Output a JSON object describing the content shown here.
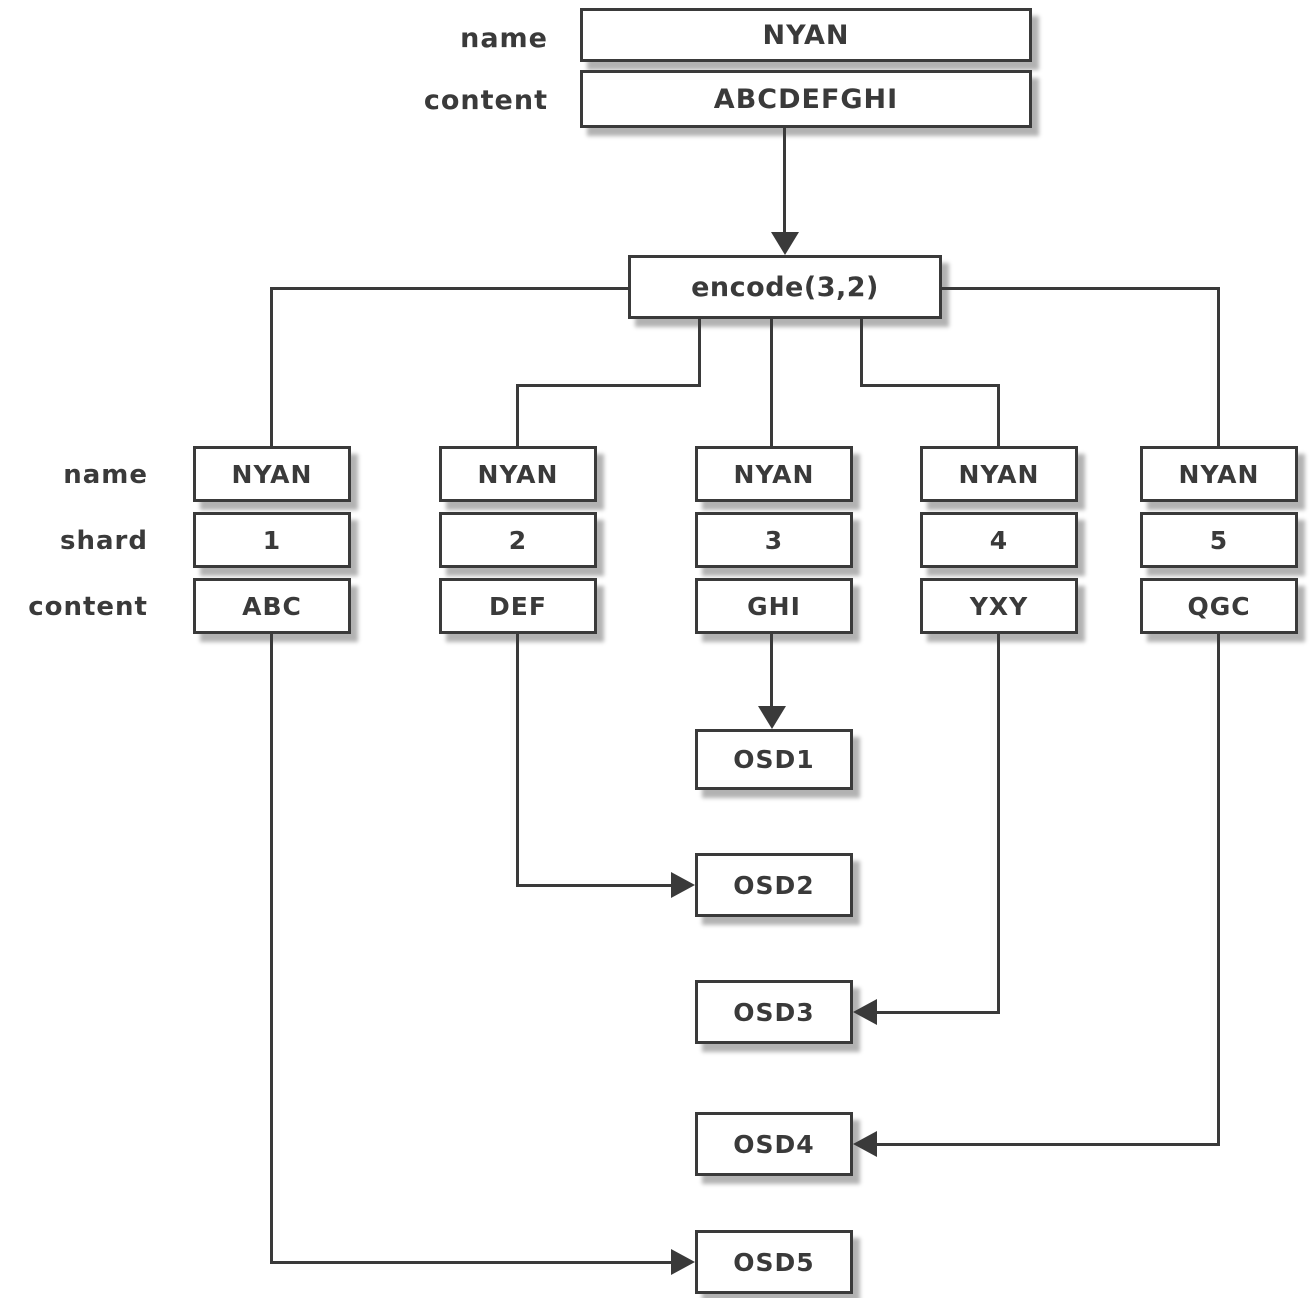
{
  "palette": {
    "line": "#3a3a3a",
    "text": "#3a3a3a",
    "box_fill": "#ffffff",
    "background": "#ffffff"
  },
  "top_object": {
    "name_label": "name",
    "name_value": "NYAN",
    "content_label": "content",
    "content_value": "ABCDEFGHI"
  },
  "encode_box": {
    "label": "encode(3,2)"
  },
  "row_labels": {
    "name": "name",
    "shard": "shard",
    "content": "content"
  },
  "shards": [
    {
      "name": "NYAN",
      "shard": "1",
      "content": "ABC"
    },
    {
      "name": "NYAN",
      "shard": "2",
      "content": "DEF"
    },
    {
      "name": "NYAN",
      "shard": "3",
      "content": "GHI"
    },
    {
      "name": "NYAN",
      "shard": "4",
      "content": "YXY"
    },
    {
      "name": "NYAN",
      "shard": "5",
      "content": "QGC"
    }
  ],
  "osds": [
    {
      "label": "OSD1"
    },
    {
      "label": "OSD2"
    },
    {
      "label": "OSD3"
    },
    {
      "label": "OSD4"
    },
    {
      "label": "OSD5"
    }
  ],
  "mappings": [
    {
      "from_shard": "3",
      "to": "OSD1"
    },
    {
      "from_shard": "2",
      "to": "OSD2"
    },
    {
      "from_shard": "4",
      "to": "OSD3"
    },
    {
      "from_shard": "5",
      "to": "OSD4"
    },
    {
      "from_shard": "1",
      "to": "OSD5"
    }
  ]
}
